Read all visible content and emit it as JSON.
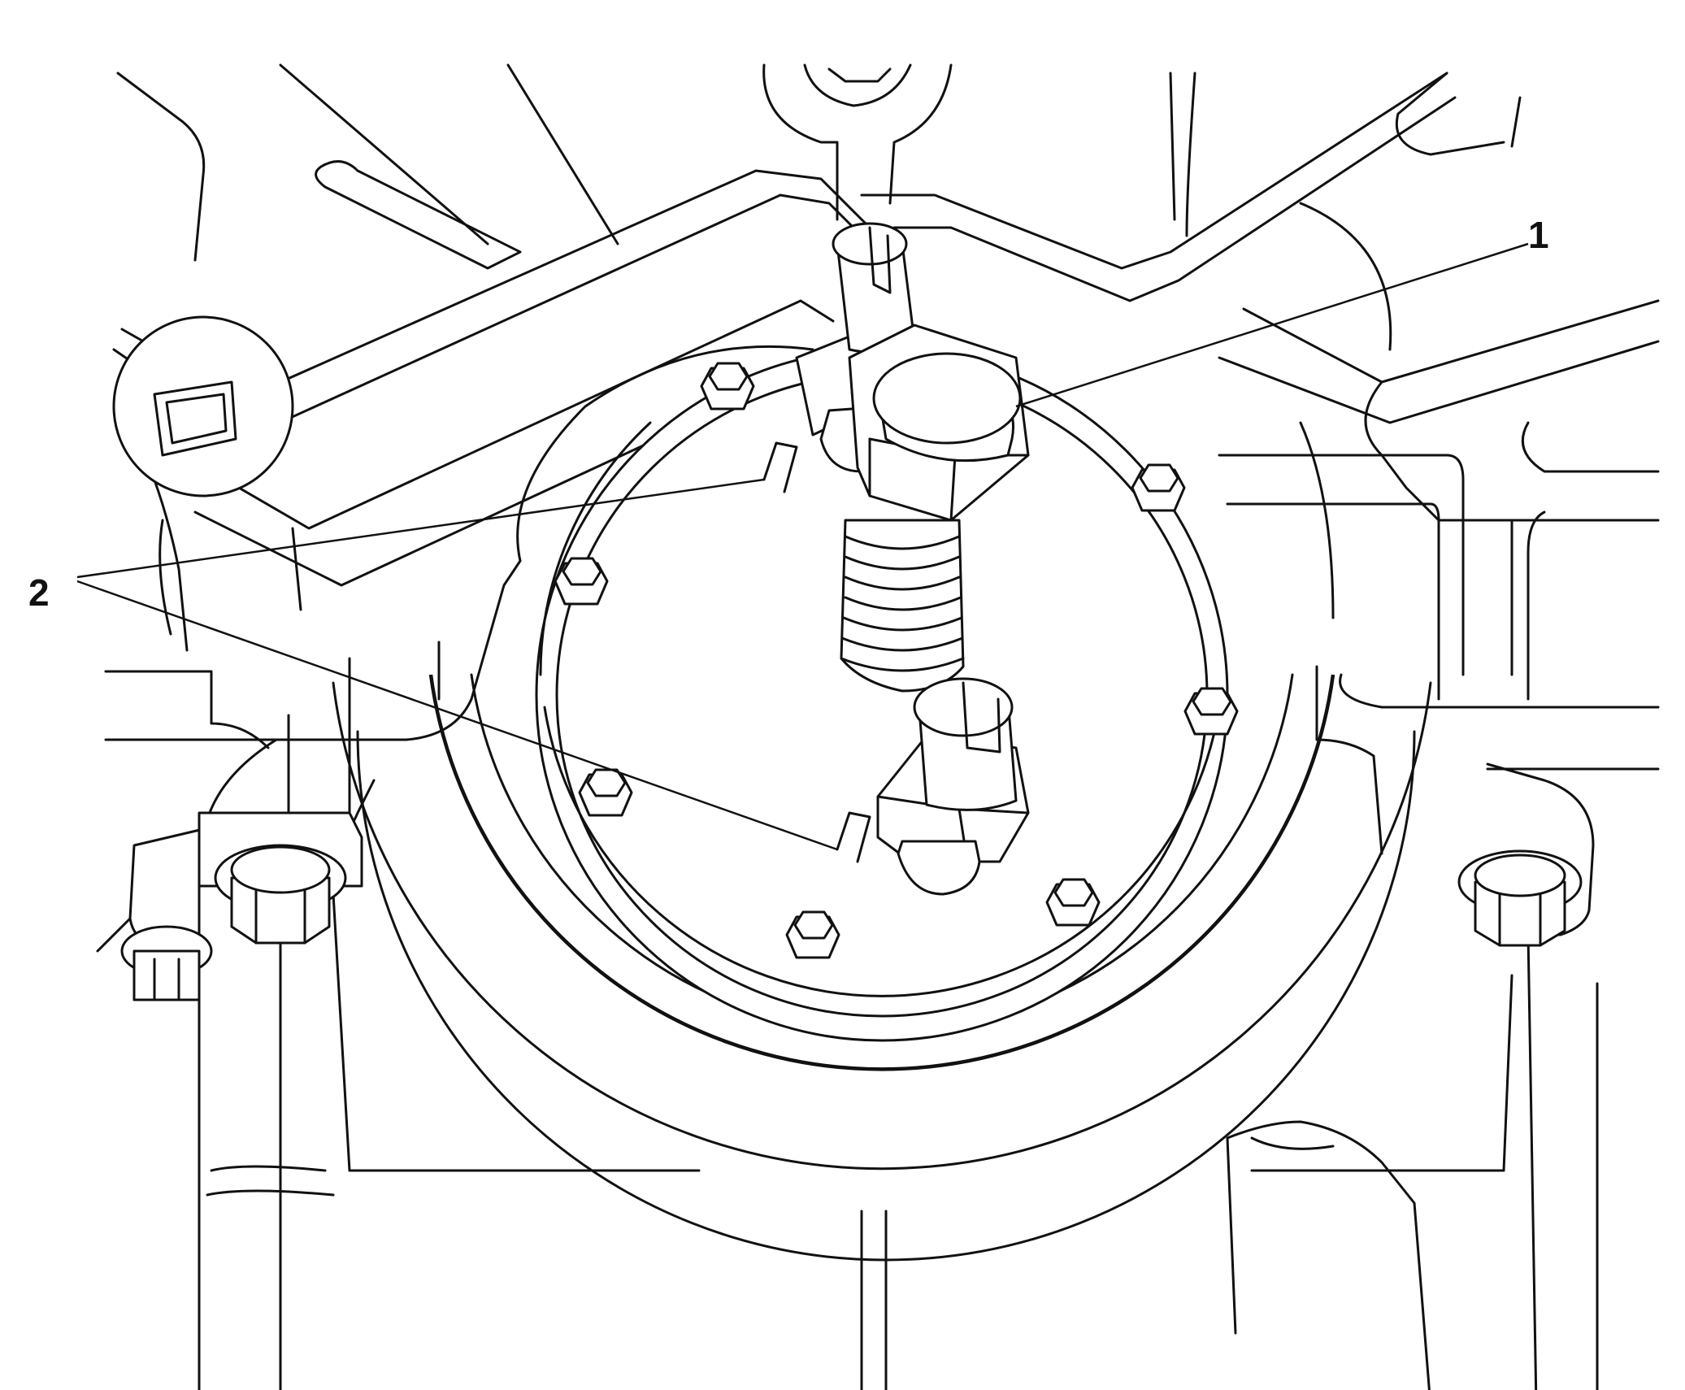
{
  "callouts": [
    {
      "id": "1",
      "label": "1"
    },
    {
      "id": "2",
      "label": "2"
    }
  ],
  "colors": {
    "line": "#111111",
    "background": "#ffffff",
    "knurl": "#111111"
  }
}
